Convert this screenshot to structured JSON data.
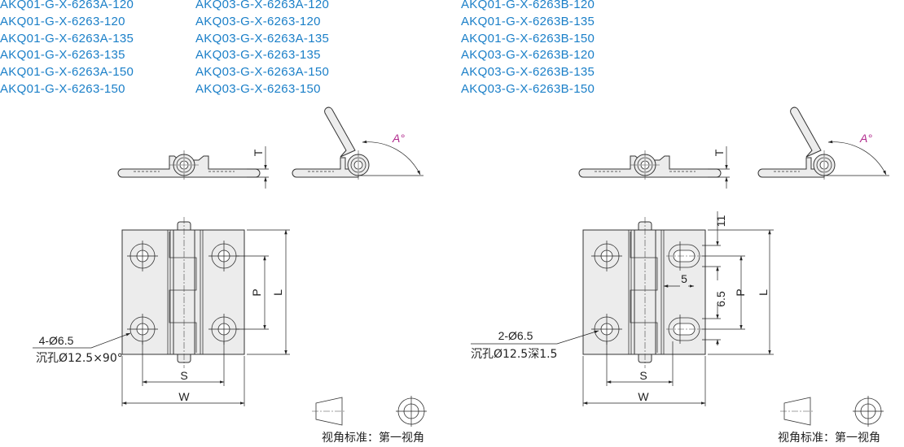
{
  "part_codes": {
    "column1": [
      "AKQ01-G-X-6263A-120",
      "AKQ01-G-X-6263-120",
      "AKQ01-G-X-6263A-135",
      "AKQ01-G-X-6263-135",
      "AKQ01-G-X-6263A-150",
      "AKQ01-G-X-6263-150"
    ],
    "column2": [
      "AKQ03-G-X-6263A-120",
      "AKQ03-G-X-6263-120",
      "AKQ03-G-X-6263A-135",
      "AKQ03-G-X-6263-135",
      "AKQ03-G-X-6263A-150",
      "AKQ03-G-X-6263-150"
    ],
    "column3": [
      "AKQ01-G-X-6263B-120",
      "AKQ01-G-X-6263B-135",
      "AKQ01-G-X-6263B-150",
      "AKQ03-G-X-6263B-120",
      "AKQ03-G-X-6263B-135",
      "AKQ03-G-X-6263B-150"
    ]
  },
  "left_drawing": {
    "dim_T": "T",
    "angle": "A°",
    "dim_P": "P",
    "dim_L": "L",
    "dim_S": "S",
    "dim_W": "W",
    "hole_note_1": "4-Ø6.5",
    "hole_note_2": "沉孔Ø12.5×90°"
  },
  "right_drawing": {
    "dim_T": "T",
    "angle": "A°",
    "dim_11": "11",
    "dim_6_5": "6.5",
    "dim_5": "5",
    "dim_P": "P",
    "dim_L": "L",
    "dim_S": "S",
    "dim_W": "W",
    "hole_note_1": "2-Ø6.5",
    "hole_note_2": "沉孔Ø12.5深1.5"
  },
  "projection_label": "视角标准：第一视角",
  "colors": {
    "code_text": "#1a7fc8",
    "angle_text": "#b0288c"
  }
}
